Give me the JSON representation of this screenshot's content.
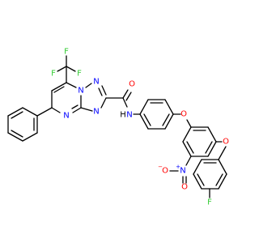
{
  "colors": {
    "bond": "#000000",
    "N": "#0000ff",
    "O": "#ff0000",
    "F": "#33cc33",
    "C": "#000000",
    "H": "#000000"
  },
  "atoms": {
    "F1": {
      "text": "F",
      "element": "F"
    },
    "F2": {
      "text": "F",
      "element": "F"
    },
    "F3": {
      "text": "F",
      "element": "F"
    },
    "N1": {
      "text": "N",
      "element": "N"
    },
    "N2": {
      "text": "N",
      "element": "N"
    },
    "N3": {
      "text": "N",
      "element": "N"
    },
    "N4": {
      "text": "N",
      "element": "N"
    },
    "Oam": {
      "text": "O",
      "element": "O"
    },
    "NH": {
      "text": "N",
      "element": "N"
    },
    "Hn": {
      "text": "H",
      "element": "H"
    },
    "Oe1": {
      "text": "O",
      "element": "O"
    },
    "Oe2": {
      "text": "O",
      "element": "O"
    },
    "Nn": {
      "text": "N",
      "element": "N"
    },
    "Nn_charge": {
      "text": "+",
      "element": "N"
    },
    "On1": {
      "text": "O",
      "element": "O"
    },
    "On1_charge": {
      "text": "−",
      "element": "O"
    },
    "On2": {
      "text": "O",
      "element": "O"
    },
    "Fp": {
      "text": "F",
      "element": "F"
    }
  }
}
